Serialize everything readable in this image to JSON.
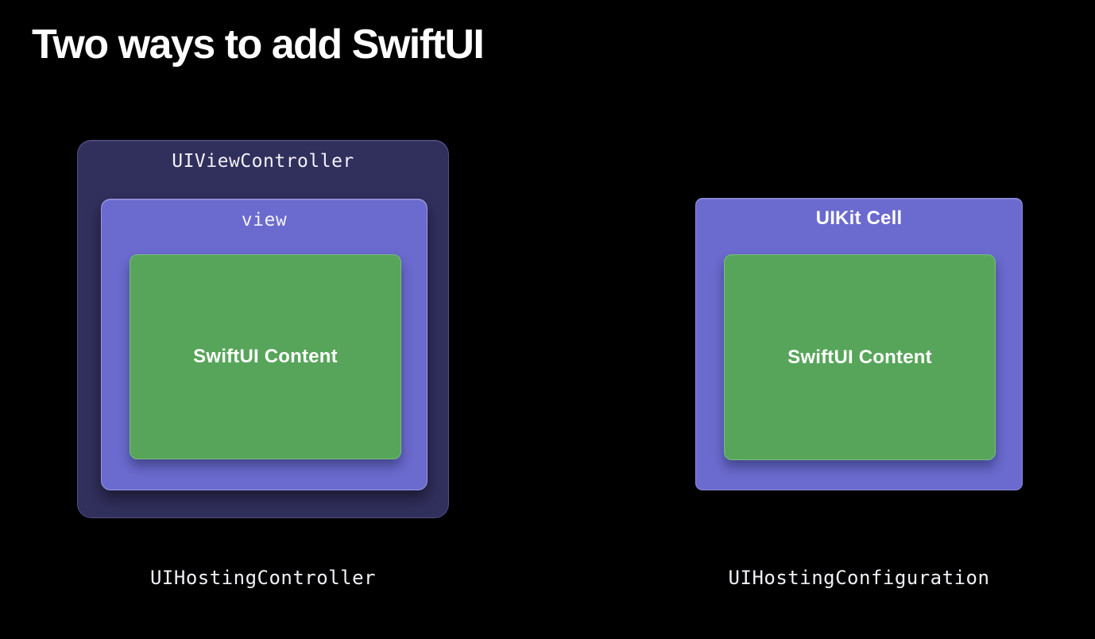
{
  "title": "Two ways to add SwiftUI",
  "left_diagram": {
    "controller_label": "UIViewController",
    "view_label": "view",
    "content_label": "SwiftUI Content",
    "caption": "UIHostingController"
  },
  "right_diagram": {
    "cell_label": "UIKit Cell",
    "content_label": "SwiftUI Content",
    "caption": "UIHostingConfiguration"
  },
  "colors": {
    "background": "#000000",
    "controller_box": "#312f5c",
    "periwinkle_box": "#6b6ace",
    "green_box": "#57a55a",
    "green_border": "#7abc7b",
    "label_text": "#f2f1f7",
    "title_text": "#ffffff"
  }
}
